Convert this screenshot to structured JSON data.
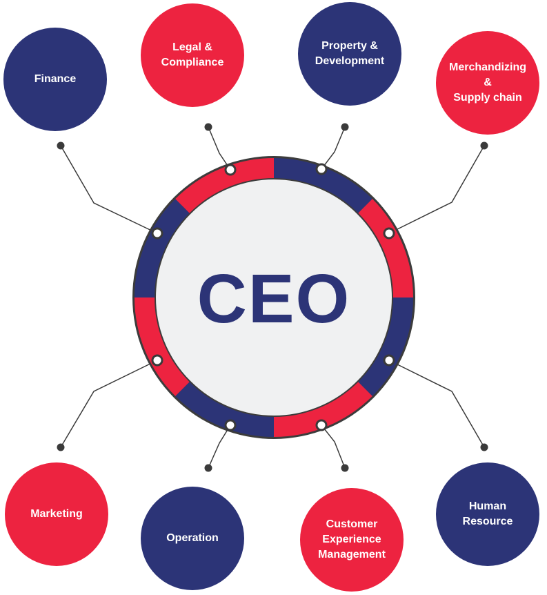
{
  "colors": {
    "navy": "#2c3477",
    "red": "#ed2340",
    "connector": "#3a3a3a",
    "center_fill": "#f0f1f2",
    "ring_border": "#3c3c3c",
    "ceo_text": "#2c3477"
  },
  "center": {
    "label": "CEO"
  },
  "departments": [
    {
      "lines": [
        "Finance"
      ],
      "color": "navy"
    },
    {
      "lines": [
        "Legal &",
        "Compliance"
      ],
      "color": "red"
    },
    {
      "lines": [
        "Property &",
        "Development"
      ],
      "color": "navy"
    },
    {
      "lines": [
        "Merchandizing",
        "&",
        "Supply chain"
      ],
      "color": "red"
    },
    {
      "lines": [
        "Marketing"
      ],
      "color": "red"
    },
    {
      "lines": [
        "Operation"
      ],
      "color": "navy"
    },
    {
      "lines": [
        "Customer",
        "Experience",
        "Management"
      ],
      "color": "red"
    },
    {
      "lines": [
        "Human",
        "Resource"
      ],
      "color": "navy"
    }
  ]
}
